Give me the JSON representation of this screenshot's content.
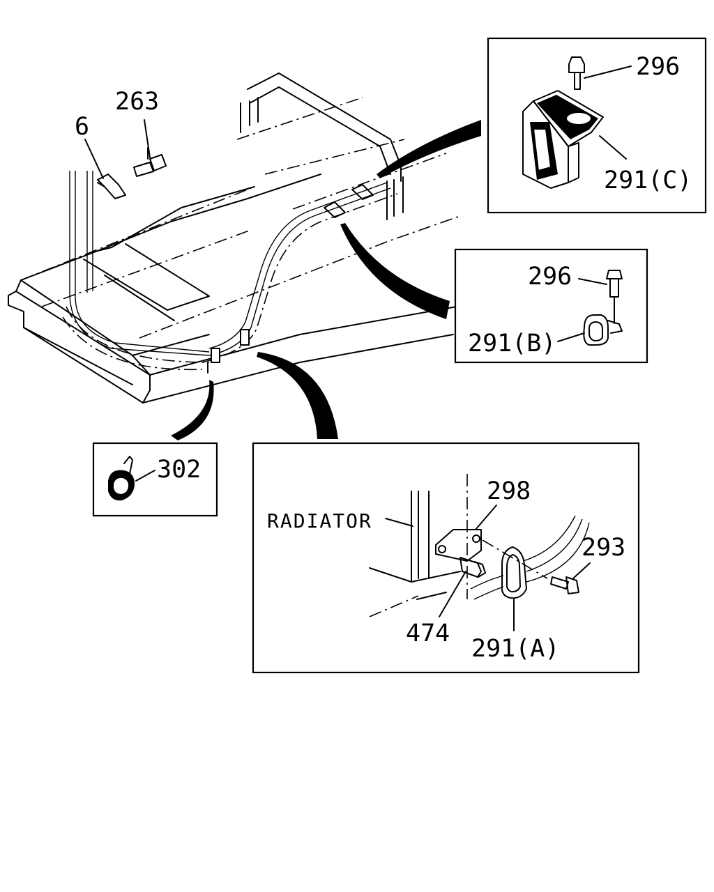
{
  "diagram": {
    "callouts": {
      "p263": "263",
      "p6": "6",
      "p296_c": "296",
      "p291_c": "291(C)",
      "p296_b": "296",
      "p291_b": "291(B)",
      "p302": "302",
      "p298": "298",
      "p293": "293",
      "p474": "474",
      "p291_a": "291(A)"
    },
    "annotations": {
      "radiator": "RADIATOR"
    }
  }
}
